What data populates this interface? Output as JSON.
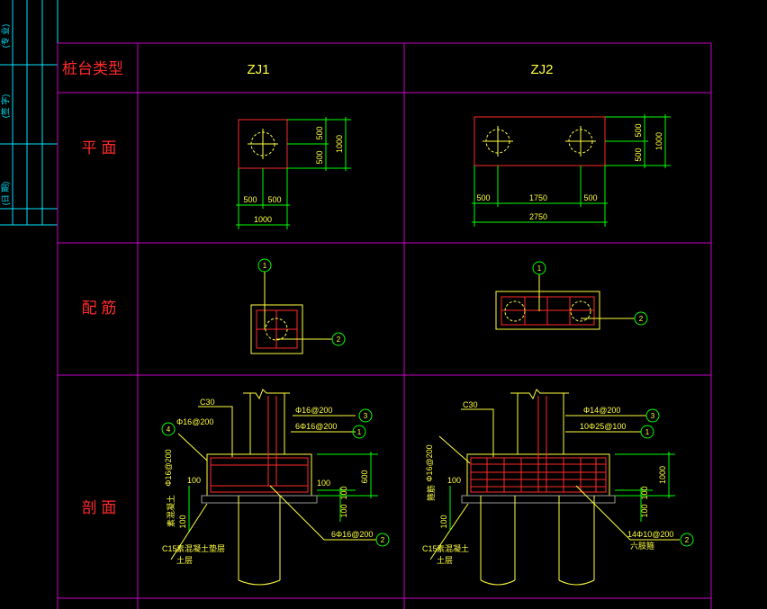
{
  "table": {
    "row_labels": {
      "type": "桩台类型",
      "plan": "平 面",
      "rebar": "配 筋",
      "section": "剖 面"
    },
    "columns": [
      "ZJ1",
      "ZJ2"
    ]
  },
  "title_block": [
    "(专 业)",
    "(签 字)",
    "(日 期)"
  ],
  "zj1": {
    "plan": {
      "d_top": "500",
      "d_bottom": "500",
      "d_total_v": "1000",
      "d_left": "500",
      "d_right": "500",
      "d_total_h": "1000"
    },
    "rebar": {
      "mark1": "1",
      "mark2": "2"
    },
    "section": {
      "concrete": "C30",
      "top_bar": "Φ16@200",
      "stirrup_side": "Φ16@200",
      "top_main": "6Φ16@200",
      "side_bar": "Φ16@200",
      "bottom_main": "6Φ16@200",
      "cover": "100",
      "cover2": "100",
      "thickness": "600",
      "d100a": "100",
      "d100b": "100",
      "d100c": "100",
      "pile_cap_pad": "素混凝土",
      "c15": "C15",
      "cushion": "素混凝土垫层",
      "soil": "土层",
      "mark1": "1",
      "mark2": "2",
      "mark3": "3",
      "mark4": "4"
    }
  },
  "zj2": {
    "plan": {
      "d_top": "500",
      "d_bottom": "500",
      "d_total_v": "1000",
      "d_left": "500",
      "d_mid": "1750",
      "d_right": "500",
      "d_total_h": "2750"
    },
    "rebar": {
      "mark1": "1",
      "mark2": "2"
    },
    "section": {
      "concrete": "C30",
      "top_bar": "Φ14@200",
      "top_main": "10Φ25@100",
      "side_bar": "Φ16@200",
      "bottom_main": "14Φ10@200",
      "cover": "100",
      "thickness": "1000",
      "d100a": "100",
      "d100b": "100",
      "d100c": "100",
      "pile_cap_pad": "箍筋",
      "c15": "C15",
      "cushion": "素混凝土",
      "soil": "土层",
      "ring": "六肢箍",
      "mark1": "1",
      "mark2": "2",
      "mark3": "3"
    }
  },
  "colors": {
    "grid": "#c800c8",
    "label": "#ff2a2a",
    "outline": "#ff2a2a",
    "dim": "#00ff00",
    "text": "#ffff40",
    "title_block": "#00e5ff"
  }
}
